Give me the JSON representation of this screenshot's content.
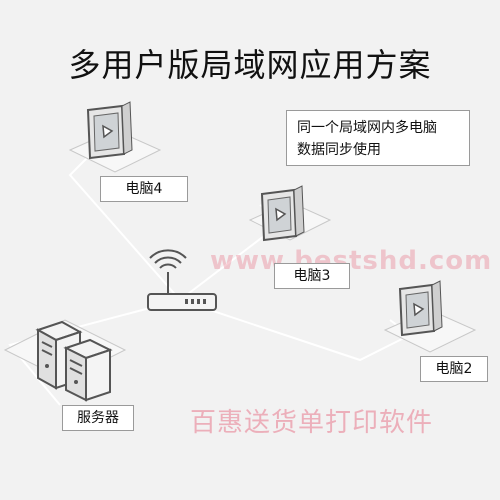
{
  "title": "多用户版局域网应用方案",
  "note": {
    "line1": "同一个局域网内多电脑",
    "line2": "数据同步使用"
  },
  "nodes": {
    "pc4": "电脑4",
    "pc3": "电脑3",
    "pc2": "电脑2",
    "server": "服务器"
  },
  "watermark": {
    "url": "www.bestshd.com",
    "brand": "百惠送货单打印软件"
  },
  "colors": {
    "background": "#f2f2f2",
    "line": "#ffffff",
    "device_outline": "#555555",
    "watermark": "#e8788c"
  },
  "icons": [
    "monitor-icon",
    "router-icon",
    "server-icon"
  ]
}
